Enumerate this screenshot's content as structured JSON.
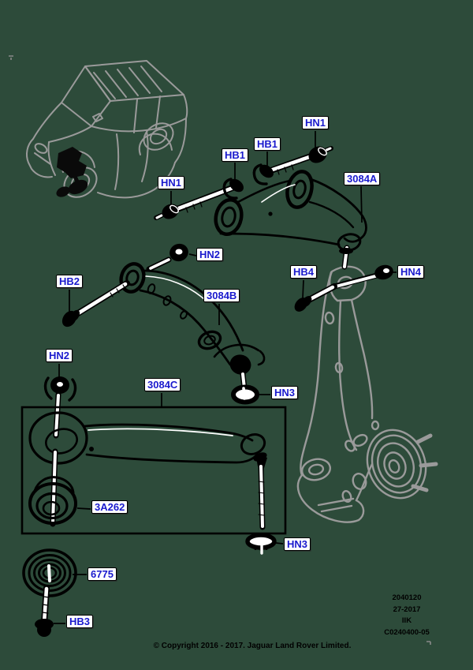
{
  "diagram": {
    "colors": {
      "background": "#2D4B3A",
      "ink": "#000000",
      "ghost_gray": "#9A9A9A",
      "label_text_blue": "#1A1ACD",
      "label_background": "#FFFFFF"
    },
    "callouts": [
      {
        "id": "hn1-top",
        "label": "HN1"
      },
      {
        "id": "hb1-right",
        "label": "HB1"
      },
      {
        "id": "hb1-left",
        "label": "HB1"
      },
      {
        "id": "3084a",
        "label": "3084A"
      },
      {
        "id": "hn1-left",
        "label": "HN1"
      },
      {
        "id": "hn2-upper",
        "label": "HN2"
      },
      {
        "id": "hb2",
        "label": "HB2"
      },
      {
        "id": "3084b",
        "label": "3084B"
      },
      {
        "id": "hb4",
        "label": "HB4"
      },
      {
        "id": "hn4",
        "label": "HN4"
      },
      {
        "id": "hn2-lower",
        "label": "HN2"
      },
      {
        "id": "3084c",
        "label": "3084C"
      },
      {
        "id": "hn3-upper",
        "label": "HN3"
      },
      {
        "id": "3a262",
        "label": "3A262"
      },
      {
        "id": "hn3-lower",
        "label": "HN3"
      },
      {
        "id": "6775",
        "label": "6775"
      },
      {
        "id": "hb3",
        "label": "HB3"
      }
    ],
    "footer": {
      "stamp": [
        "2040120",
        "27-2017",
        "IIK",
        "C0240400-05"
      ],
      "copyright": "© Copyright 2016 - 2017. Jaguar Land Rover Limited."
    }
  }
}
